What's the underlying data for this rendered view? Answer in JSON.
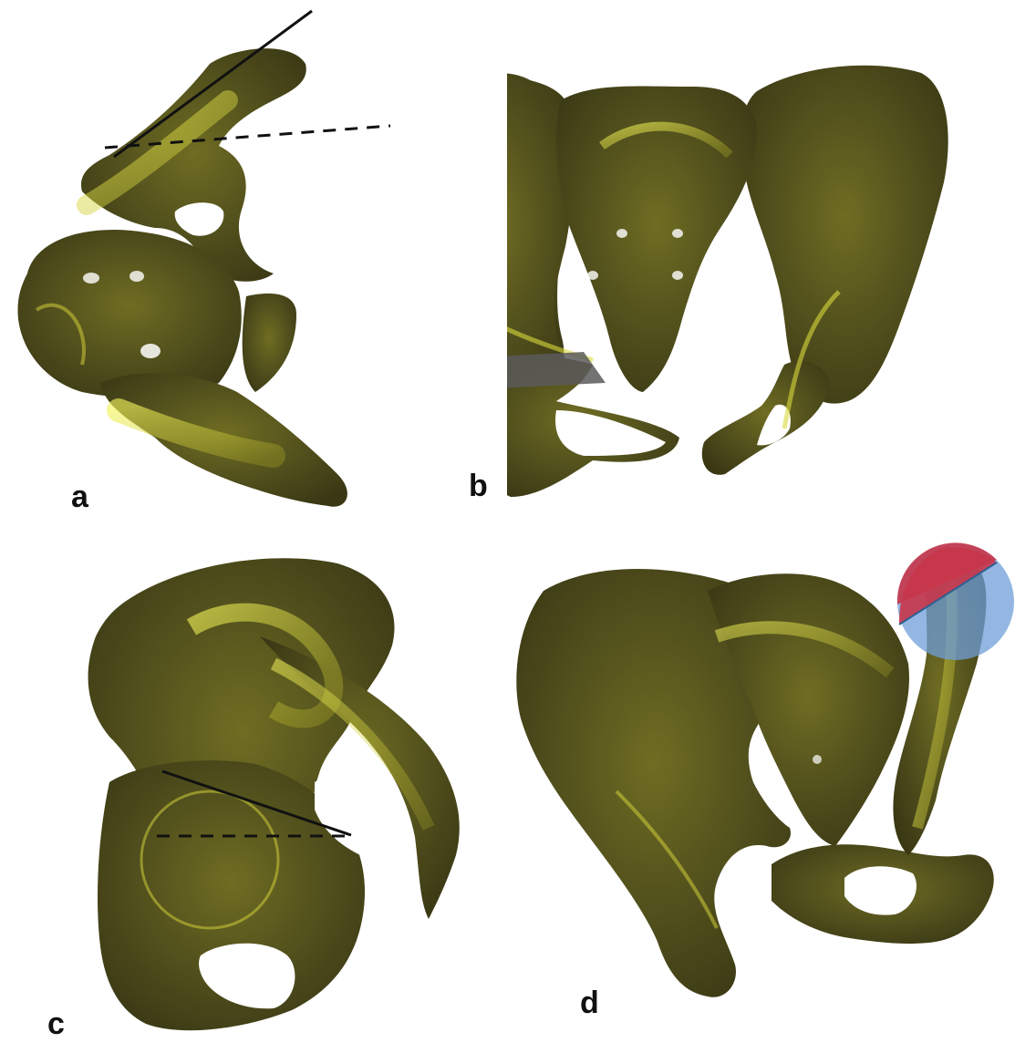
{
  "figure": {
    "panels": [
      {
        "label": "a"
      },
      {
        "label": "b"
      },
      {
        "label": "c"
      },
      {
        "label": "d"
      }
    ]
  },
  "colors": {
    "bone_dark": "#3f3d18",
    "bone_mid": "#6c6a1c",
    "bone_highlight": "#e8e94a",
    "line": "#111111",
    "plane": "#5a5a5a",
    "marker_red": "#c8364a",
    "marker_blue": "#6f9fd8"
  }
}
